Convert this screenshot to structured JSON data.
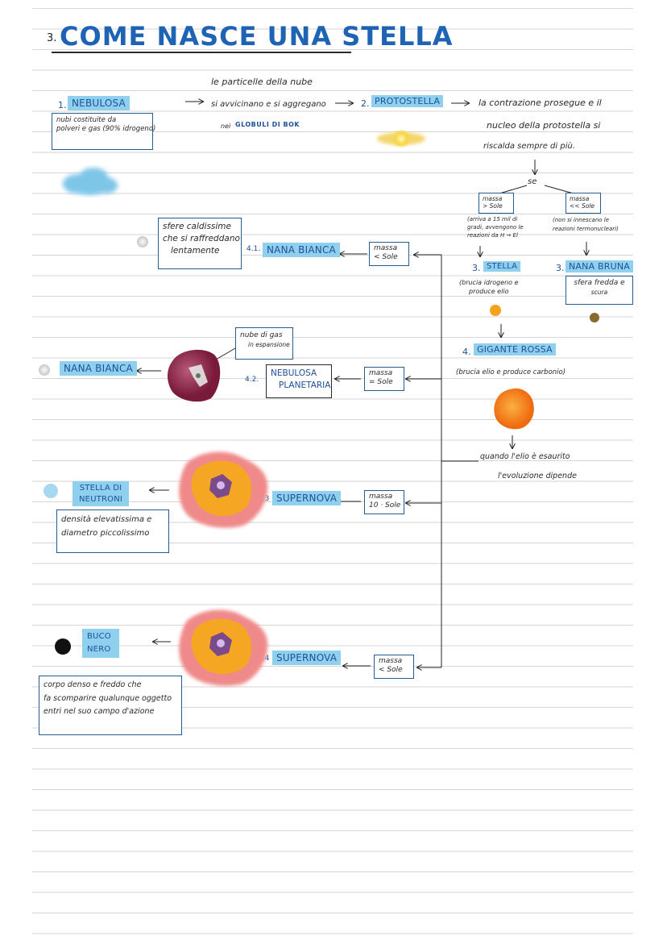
{
  "title": {
    "number": "3.",
    "text": "COME NASCE UNA STELLA"
  },
  "nebulosa": {
    "number": "1.",
    "label": "NEBULOSA",
    "desc": [
      "nubi costituite da",
      "polveri e gas (90% idrogeno)"
    ]
  },
  "aggregation": {
    "lines": [
      "le particelle della nube",
      "si avvicinano e si aggregano",
      "nei"
    ],
    "globuli": "GLOBULI DI BOK"
  },
  "protostella": {
    "number": "2.",
    "label": "PROTOSTELLA"
  },
  "contraction": {
    "lines": [
      "la contrazione prosegue e il",
      "nucleo della protostella si",
      "riscalda sempre di più."
    ]
  },
  "se": "se",
  "mass_gt": [
    "massa",
    "> Sole"
  ],
  "mass_ll": [
    "massa",
    "<< Sole"
  ],
  "note_gt": [
    "(arriva a 15 mil di",
    "gradi, avvengono le",
    "reazioni da H → El"
  ],
  "note_ll": [
    "(non si innescano le",
    "reazioni termonucleari)"
  ],
  "stella": {
    "number": "3.",
    "label": "STELLA",
    "desc": [
      "(brucia idrogeno e",
      "produce elio"
    ]
  },
  "nana_bruna": {
    "number": "3.",
    "label": "NANA BRUNA",
    "desc": [
      "sfera fredda e",
      "scura"
    ]
  },
  "gigante_rossa": {
    "number": "4.",
    "label": "GIGANTE ROSSA",
    "desc": "(brucia elio e produce carbonio)"
  },
  "elio_esaurito": [
    "quando l'elio è esaurito",
    "l'evoluzione dipende"
  ],
  "branch1": {
    "mass": [
      "massa",
      "< Sole"
    ],
    "number": "4.1.",
    "label": "NANA BIANCA",
    "desc": [
      "sfere caldissime",
      "che si raffreddano",
      "lentamente"
    ]
  },
  "branch2": {
    "mass": [
      "massa",
      "= Sole"
    ],
    "number": "4.2.",
    "label": [
      "NEBULOSA",
      "PLANETARIA"
    ],
    "gas_note": [
      "nube di gas",
      "in espansione"
    ],
    "result": "NANA BIANCA"
  },
  "branch3": {
    "mass": [
      "massa",
      "10 · Sole"
    ],
    "number": "4.3",
    "label": "SUPERNOVA",
    "result": [
      "STELLA DI",
      "NEUTRONI"
    ],
    "desc": [
      "densità elevatissima e",
      "diametro piccolissimo"
    ]
  },
  "branch4": {
    "mass": [
      "massa",
      "< Sole"
    ],
    "number": "4.4",
    "label": "SUPERNOVA",
    "result": [
      "BUCO",
      "NERO"
    ],
    "desc": [
      "corpo denso e freddo che",
      "fa scomparire qualunque oggetto",
      "entri nel suo campo d'azione"
    ]
  },
  "colors": {
    "highlight": "#8fd0ee",
    "title": "#1e63b4",
    "star": "#f5a31a",
    "red_giant": "#f07a10",
    "supernova_outer": "#f08a8a",
    "supernova_inner": "#f5a623",
    "supernova_core": "#7a4a8a",
    "nebula_blue": "#7ec6e8",
    "planetary": "#8a2a4a",
    "black_hole": "#111111",
    "neutron_star": "#a8d8f0",
    "brown_dwarf": "#8a6a2a"
  }
}
